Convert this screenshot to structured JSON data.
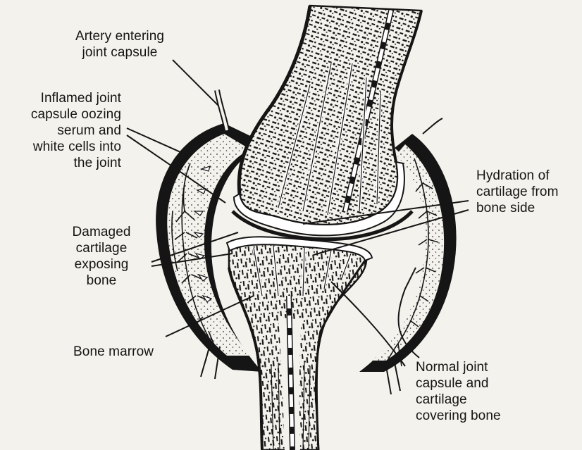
{
  "labels": {
    "artery": "Artery entering\njoint capsule",
    "inflamed": "Inflamed joint\ncapsule oozing\nserum and\nwhite cells into\nthe joint",
    "hydration": "Hydration of\ncartilage from\nbone side",
    "damaged": "Damaged\ncartilage\nexposing\nbone",
    "marrow": "Bone marrow",
    "normal": "Normal joint\ncapsule and\ncartilage\ncovering bone"
  },
  "colors": {
    "ink": "#141414",
    "paper": "#f4f2ec",
    "cartilage": "#ffffff",
    "cavity": "#f4f2ec"
  }
}
